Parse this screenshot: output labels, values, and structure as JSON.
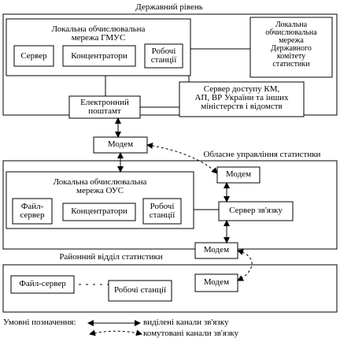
{
  "levels": {
    "state": "Державний рівень",
    "regional": "Обласне управління статистики",
    "district": "Районний відділ статистики"
  },
  "gmus": {
    "title_line1": "Локальна обчислювальна",
    "title_line2": "мережа ГМУС",
    "server": "Сервер",
    "hubs": "Концентратори",
    "ws_line1": "Робочі",
    "ws_line2": "станції"
  },
  "state_committee": {
    "line1": "Локальна",
    "line2": "обчислювальна",
    "line3": "мережа",
    "line4": "Державного",
    "line5": "комітету",
    "line6": "статистики"
  },
  "access_server": {
    "line1": "Сервер доступу КМ,",
    "line2": "АП, ВР України та інших",
    "line3": "міністерств і відомств"
  },
  "post_office": {
    "line1": "Електронний",
    "line2": "поштамт"
  },
  "modem_labels": {
    "state": "Модем",
    "regional_right": "Модем",
    "regional_bottom": "Модем",
    "district": "Модем"
  },
  "ous": {
    "title_line1": "Локальна обчислювальна",
    "title_line2": "мережа ОУС",
    "file_server_line1": "Файл-",
    "file_server_line2": "сервер",
    "hubs": "Концентратори",
    "ws_line1": "Робочі",
    "ws_line2": "станції"
  },
  "comm_server": "Сервер зв'язку",
  "district_nodes": {
    "file_server": "Файл-сервер",
    "workstations": "Робочі станції"
  },
  "legend": {
    "title": "Умовні позначення:",
    "dedicated": "виділені канали зв'язку",
    "switched": "комутовані канали зв'язку"
  }
}
